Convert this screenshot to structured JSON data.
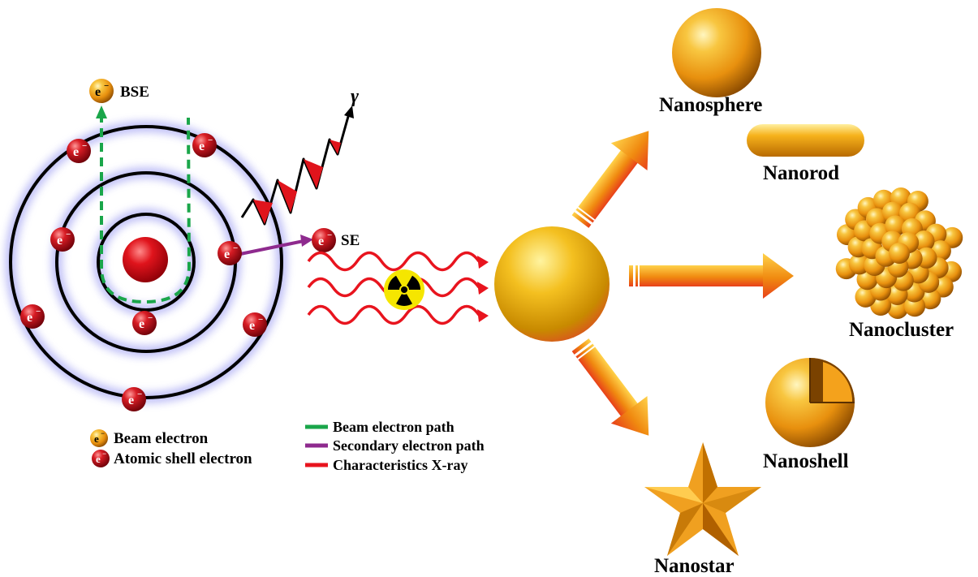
{
  "electron_symbol": "e",
  "electron_charge": "−",
  "atom": {
    "bse_label": "BSE",
    "se_label": "SE",
    "gamma_label": "γ"
  },
  "legend": {
    "beam_electron": "Beam electron",
    "atomic_shell_electron": "Atomic shell electron",
    "beam_path": "Beam electron path",
    "secondary_path": "Secondary electron path",
    "xray": "Characteristics X-ray"
  },
  "colors": {
    "beam_path": "#1aa64a",
    "secondary_path": "#8e2a8e",
    "xray": "#e8141e",
    "shell_glow": "#8c8cf0",
    "gold": "#f2a81c",
    "electron_red": "#c8102e"
  },
  "icons": {
    "radiation": "radiation-icon"
  },
  "nanostructures": [
    {
      "name": "Nanosphere"
    },
    {
      "name": "Nanorod"
    },
    {
      "name": "Nanocluster"
    },
    {
      "name": "Nanoshell"
    },
    {
      "name": "Nanostar"
    }
  ]
}
